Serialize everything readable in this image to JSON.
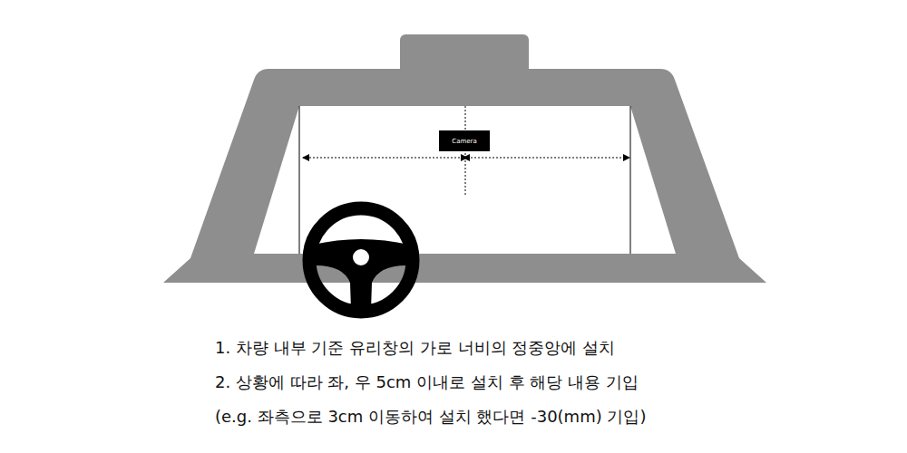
{
  "diagram": {
    "nodes": [
      {
        "text": [
          "Camera"
        ]
      }
    ],
    "labels": [
      "1. 차량 내부 기준 유리창의 가로 너비의 정중앙에 설치",
      "2. 상황에 따라 좌, 우 5cm 이내로 설치 후 해당 내용 기입",
      "(e.g. 좌측으로 3cm 이동하여 설치 했다면 -30(mm) 기입)"
    ]
  }
}
